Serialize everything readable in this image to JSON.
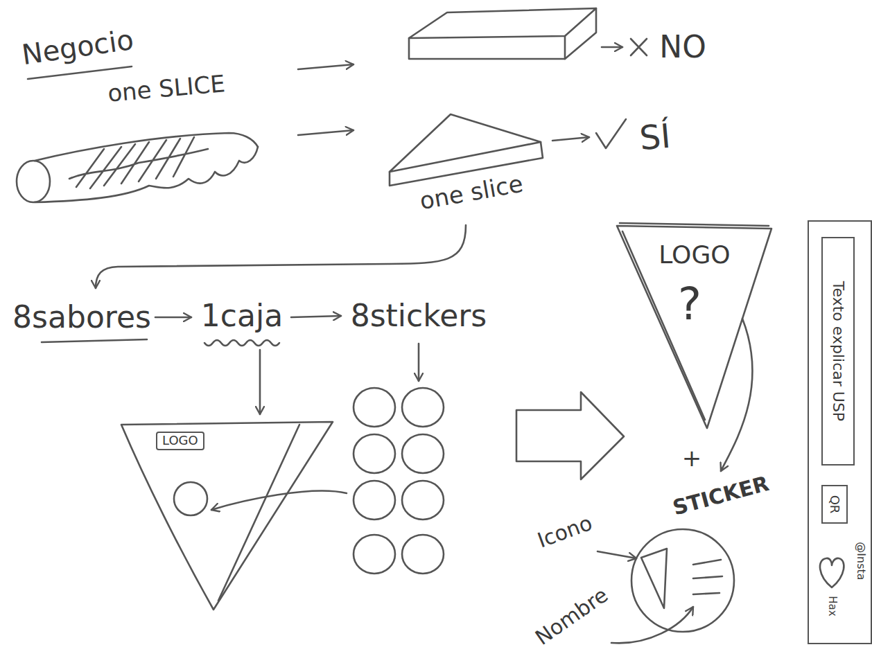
{
  "diagram": {
    "nodes": [
      {
        "text": [
          "one slice"
        ]
      },
      {
        "text": [
          "LOGO",
          "?"
        ]
      },
      {
        "text": [
          "@Insta"
        ]
      },
      {
        "text": [
          "Texto explicar USP"
        ],
        "in": 2
      },
      {
        "text": [
          "QR"
        ],
        "in": 2
      },
      {
        "text": [
          "LOGO"
        ]
      },
      {
        "text": [
          "STICKER"
        ]
      }
    ],
    "edges": [
      {
        "from": 1,
        "to": 6,
        "arrow": "to"
      }
    ],
    "labels": [
      "Negocio",
      "one SLICE",
      "NO",
      "SÍ",
      "8sabores",
      "1caja",
      "8stickers",
      "+",
      "Icono",
      "Nombre",
      "Hax"
    ]
  }
}
